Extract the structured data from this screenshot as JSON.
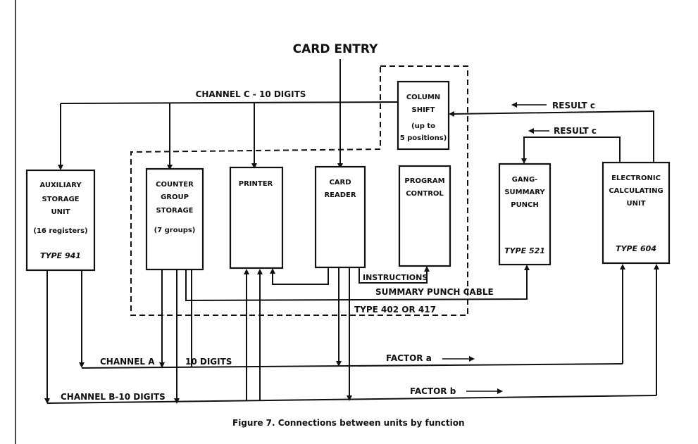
{
  "title": "CARD ENTRY",
  "caption": "Figure 7.  Connections between units by function",
  "units": {
    "auxiliary": {
      "lines": [
        "AUXILIARY",
        "STORAGE",
        "UNIT",
        "(16 registers)"
      ],
      "type": "TYPE 941"
    },
    "counter": {
      "lines": [
        "COUNTER",
        "GROUP",
        "STORAGE",
        "(7 groups)"
      ]
    },
    "printer": {
      "lines": [
        "PRINTER"
      ]
    },
    "card_reader": {
      "lines": [
        "CARD",
        "READER"
      ]
    },
    "program_control": {
      "lines": [
        "PROGRAM",
        "CONTROL"
      ]
    },
    "column_shift": {
      "lines": [
        "COLUMN",
        "SHIFT",
        "(up to",
        "5 positions)"
      ]
    },
    "gang_punch": {
      "lines": [
        "GANG-",
        "SUMMARY",
        "PUNCH"
      ],
      "type": "TYPE 521"
    },
    "electronic": {
      "lines": [
        "ELECTRONIC",
        "CALCULATING",
        "UNIT"
      ],
      "type": "TYPE 604"
    }
  },
  "labels": {
    "channel_c": "CHANNEL  C - 10 DIGITS",
    "result_c_1": "RESULT  c",
    "result_c_2": "RESULT  c",
    "instructions": "INSTRUCTIONS",
    "summary_punch_cable": "SUMMARY  PUNCH  CABLE",
    "type_402": "TYPE  402  OR  417",
    "channel_a": "CHANNEL  A",
    "ten_digits": "10  DIGITS",
    "channel_b": "CHANNEL  B-10 DIGITS",
    "factor_a": "FACTOR  a",
    "factor_b": "FACTOR  b"
  }
}
